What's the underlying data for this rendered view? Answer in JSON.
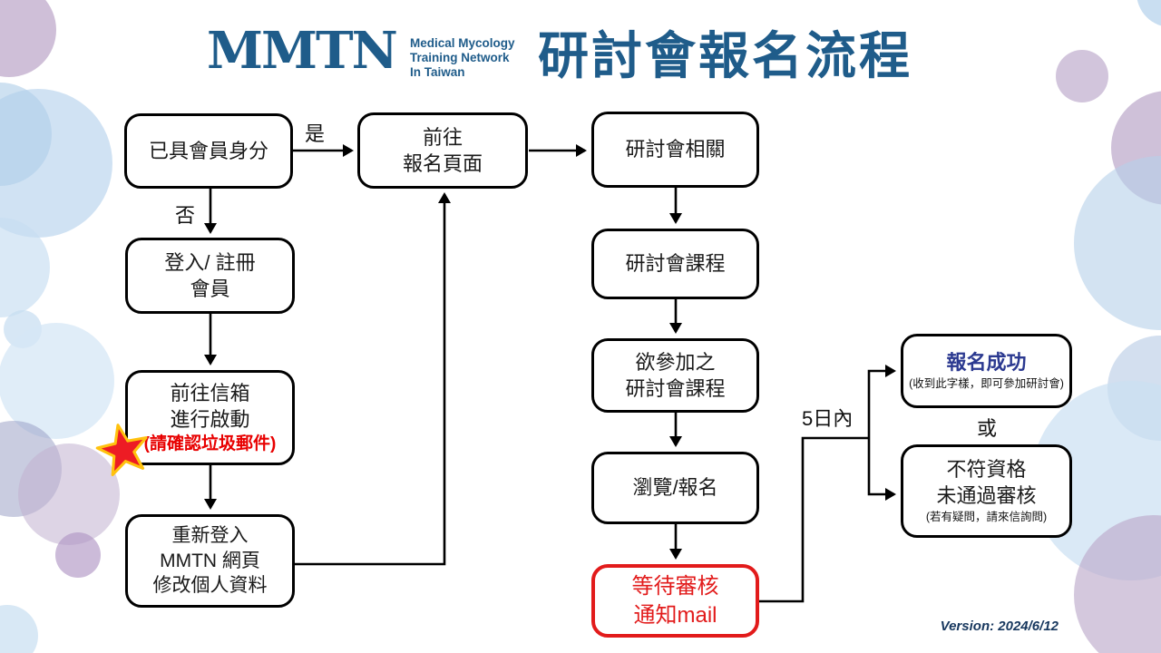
{
  "header": {
    "logo_text": "MMTN",
    "logo_subtitle": [
      "Medical Mycology",
      "Training Network",
      "In Taiwan"
    ],
    "title": "研討會報名流程"
  },
  "nodes": {
    "member_check": [
      "已具會員身分"
    ],
    "goto_registration": [
      "前往",
      "報名頁面"
    ],
    "login_register": [
      "登入/ 註冊",
      "會員"
    ],
    "activate_mail": [
      "前往信箱",
      "進行啟動",
      "(請確認垃圾郵件)"
    ],
    "relogin": [
      "重新登入",
      "MMTN 網頁",
      "修改個人資料"
    ],
    "seminar_related": [
      "研討會相關"
    ],
    "seminar_courses": [
      "研討會課程"
    ],
    "target_courses": [
      "欲參加之",
      "研討會課程"
    ],
    "browse_register": [
      "瀏覽/報名"
    ],
    "wait_review": [
      "等待審核",
      "通知mail"
    ],
    "success": {
      "title": "報名成功",
      "note": "(收到此字樣，即可參加研討會)"
    },
    "rejected": {
      "lines": [
        "不符資格",
        "未通過審核"
      ],
      "note": "(若有疑問，請來信詢問)"
    }
  },
  "labels": {
    "yes": "是",
    "no": "否",
    "within_days": "5日內",
    "or": "或"
  },
  "footer": {
    "version": "Version: 2024/6/12"
  },
  "icons": {
    "alert_star": "star"
  },
  "colors": {
    "brand_blue": "#1F5C8A",
    "accent_navy": "#2B3990",
    "alert_red": "#E21B1B",
    "star_red": "#ED1C24",
    "star_gold": "#FFC20E"
  }
}
